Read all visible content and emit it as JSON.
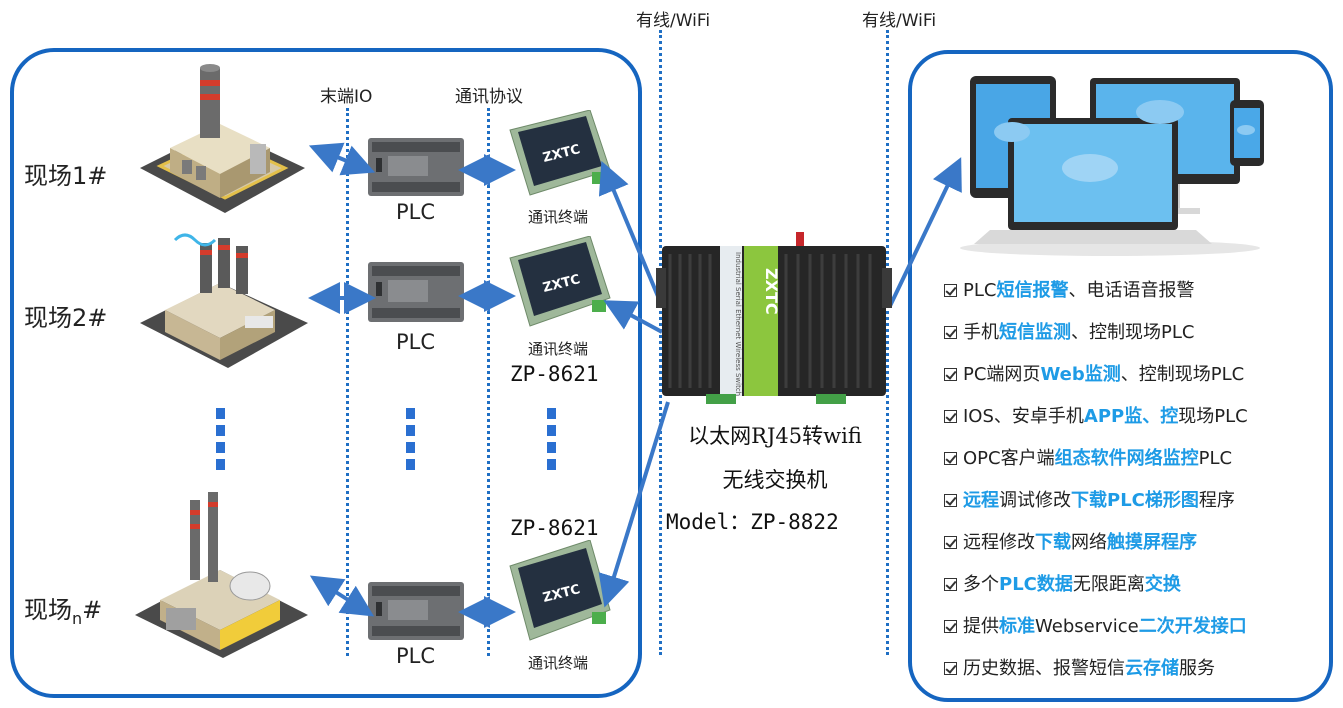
{
  "header": {
    "link_left": "有线/WiFi",
    "link_right": "有线/WiFi"
  },
  "columns": {
    "io": "末端IO",
    "protocol": "通讯协议"
  },
  "sites": [
    {
      "label": "现场1#"
    },
    {
      "label": "现场2#"
    },
    {
      "label_main": "现场",
      "label_sub": "n",
      "label_tail": "#"
    }
  ],
  "plc": {
    "label1": "PLC",
    "label2": "PLC",
    "label3": "PLC"
  },
  "terminal": {
    "label1": "通讯终端",
    "label2": "通讯终端",
    "label3": "通讯终端",
    "model1": "ZP-8621",
    "model2": "ZP-8621",
    "brand": "ZXTC"
  },
  "switch": {
    "line1": "以太网RJ45转wifi",
    "line2": "无线交换机",
    "model": "Model：ZP-8822",
    "brand": "ZXTC",
    "strip_text": "Industrial Serial Ethernet Wireless Switch"
  },
  "features": [
    [
      {
        "t": "PLC"
      },
      {
        "t": "短信报警",
        "h": true
      },
      {
        "t": "、电话语音报警"
      }
    ],
    [
      {
        "t": "手机"
      },
      {
        "t": "短信监测",
        "h": true
      },
      {
        "t": "、控制现场PLC"
      }
    ],
    [
      {
        "t": "PC端网页"
      },
      {
        "t": "Web监测",
        "h": true
      },
      {
        "t": "、控制现场PLC"
      }
    ],
    [
      {
        "t": "IOS、安卓手机"
      },
      {
        "t": "APP监、控",
        "h": true
      },
      {
        "t": "现场PLC"
      }
    ],
    [
      {
        "t": "OPC客户端"
      },
      {
        "t": "组态软件网络监控",
        "h": true
      },
      {
        "t": "PLC"
      }
    ],
    [
      {
        "t": "远程",
        "h": true
      },
      {
        "t": "调试修改"
      },
      {
        "t": "下载PLC梯形图",
        "h": true
      },
      {
        "t": "程序"
      }
    ],
    [
      {
        "t": "远程修改"
      },
      {
        "t": "下载",
        "h": true
      },
      {
        "t": "网络"
      },
      {
        "t": "触摸屏程序",
        "h": true
      }
    ],
    [
      {
        "t": "多个"
      },
      {
        "t": "PLC数据",
        "h": true
      },
      {
        "t": "无限距离"
      },
      {
        "t": "交换",
        "h": true
      }
    ],
    [
      {
        "t": "提供"
      },
      {
        "t": "标准",
        "h": true
      },
      {
        "t": "Webservice"
      },
      {
        "t": "二次开发接口",
        "h": true
      }
    ],
    [
      {
        "t": "历史数据、报警短信"
      },
      {
        "t": "云存储",
        "h": true
      },
      {
        "t": "服务"
      }
    ]
  ],
  "colors": {
    "border": "#1565c0",
    "highlight": "#1e9be6",
    "arrow": "#3a78c8"
  }
}
